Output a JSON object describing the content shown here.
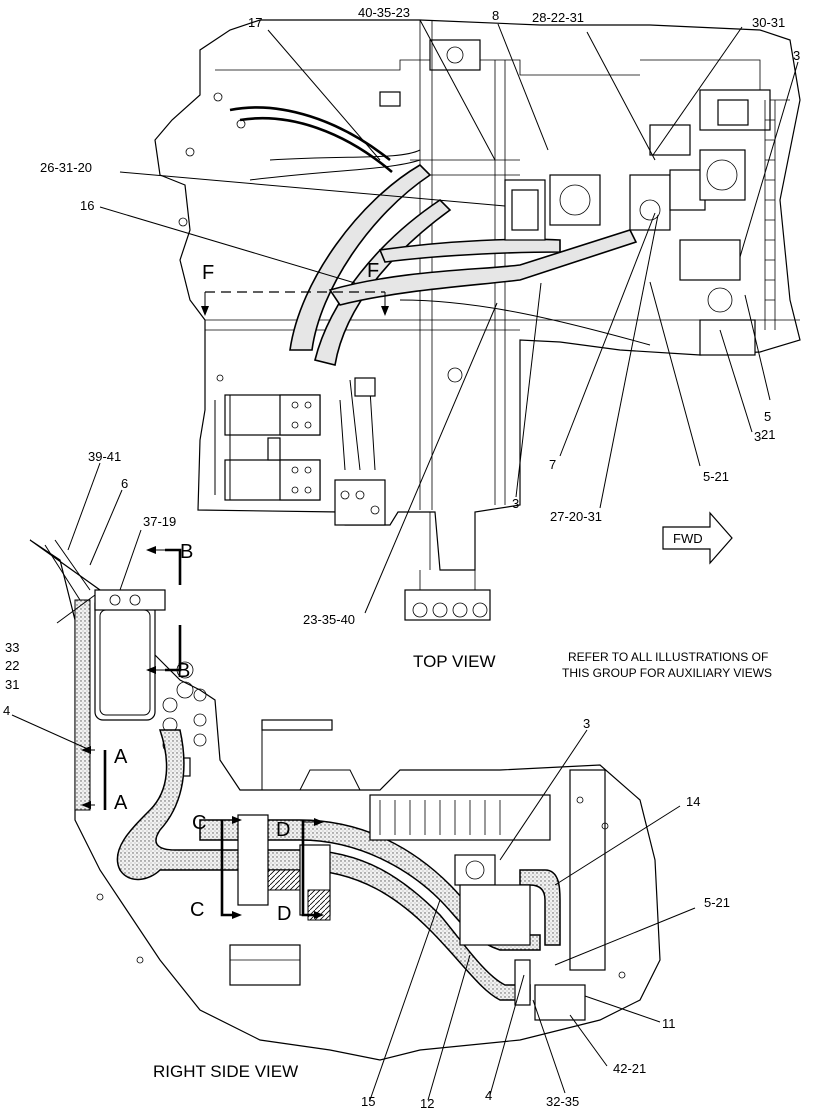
{
  "views": {
    "top": "TOP VIEW",
    "side": "RIGHT SIDE VIEW",
    "note_line1": "REFER TO ALL ILLUSTRATIONS OF",
    "note_line2": "THIS GROUP FOR AUXILIARY VIEWS",
    "fwd": "FWD"
  },
  "sections": {
    "A": "A",
    "B": "B",
    "C": "C",
    "D": "D",
    "F": "F"
  },
  "callouts": {
    "c17": "17",
    "c40_35_23": "40-35-23",
    "c8": "8",
    "c28_22_31": "28-22-31",
    "c30_31": "30-31",
    "c3_tr": "3",
    "c26_31_20": "26-31-20",
    "c16": "16",
    "c5": "5",
    "c21": "21",
    "c3_r": "3",
    "c7": "7",
    "c5_21_top": "5-21",
    "c3_mid": "3",
    "c27_20_31": "27-20-31",
    "c23_35_40": "23-35-40",
    "c39_41": "39-41",
    "c6": "6",
    "c37_19": "37-19",
    "c33": "33",
    "c22": "22",
    "c31": "31",
    "c4_left": "4",
    "c3_side": "3",
    "c14": "14",
    "c5_21_side": "5-21",
    "c11": "11",
    "c42_21": "42-21",
    "c15": "15",
    "c12": "12",
    "c4_bottom": "4",
    "c32_35": "32-35"
  }
}
